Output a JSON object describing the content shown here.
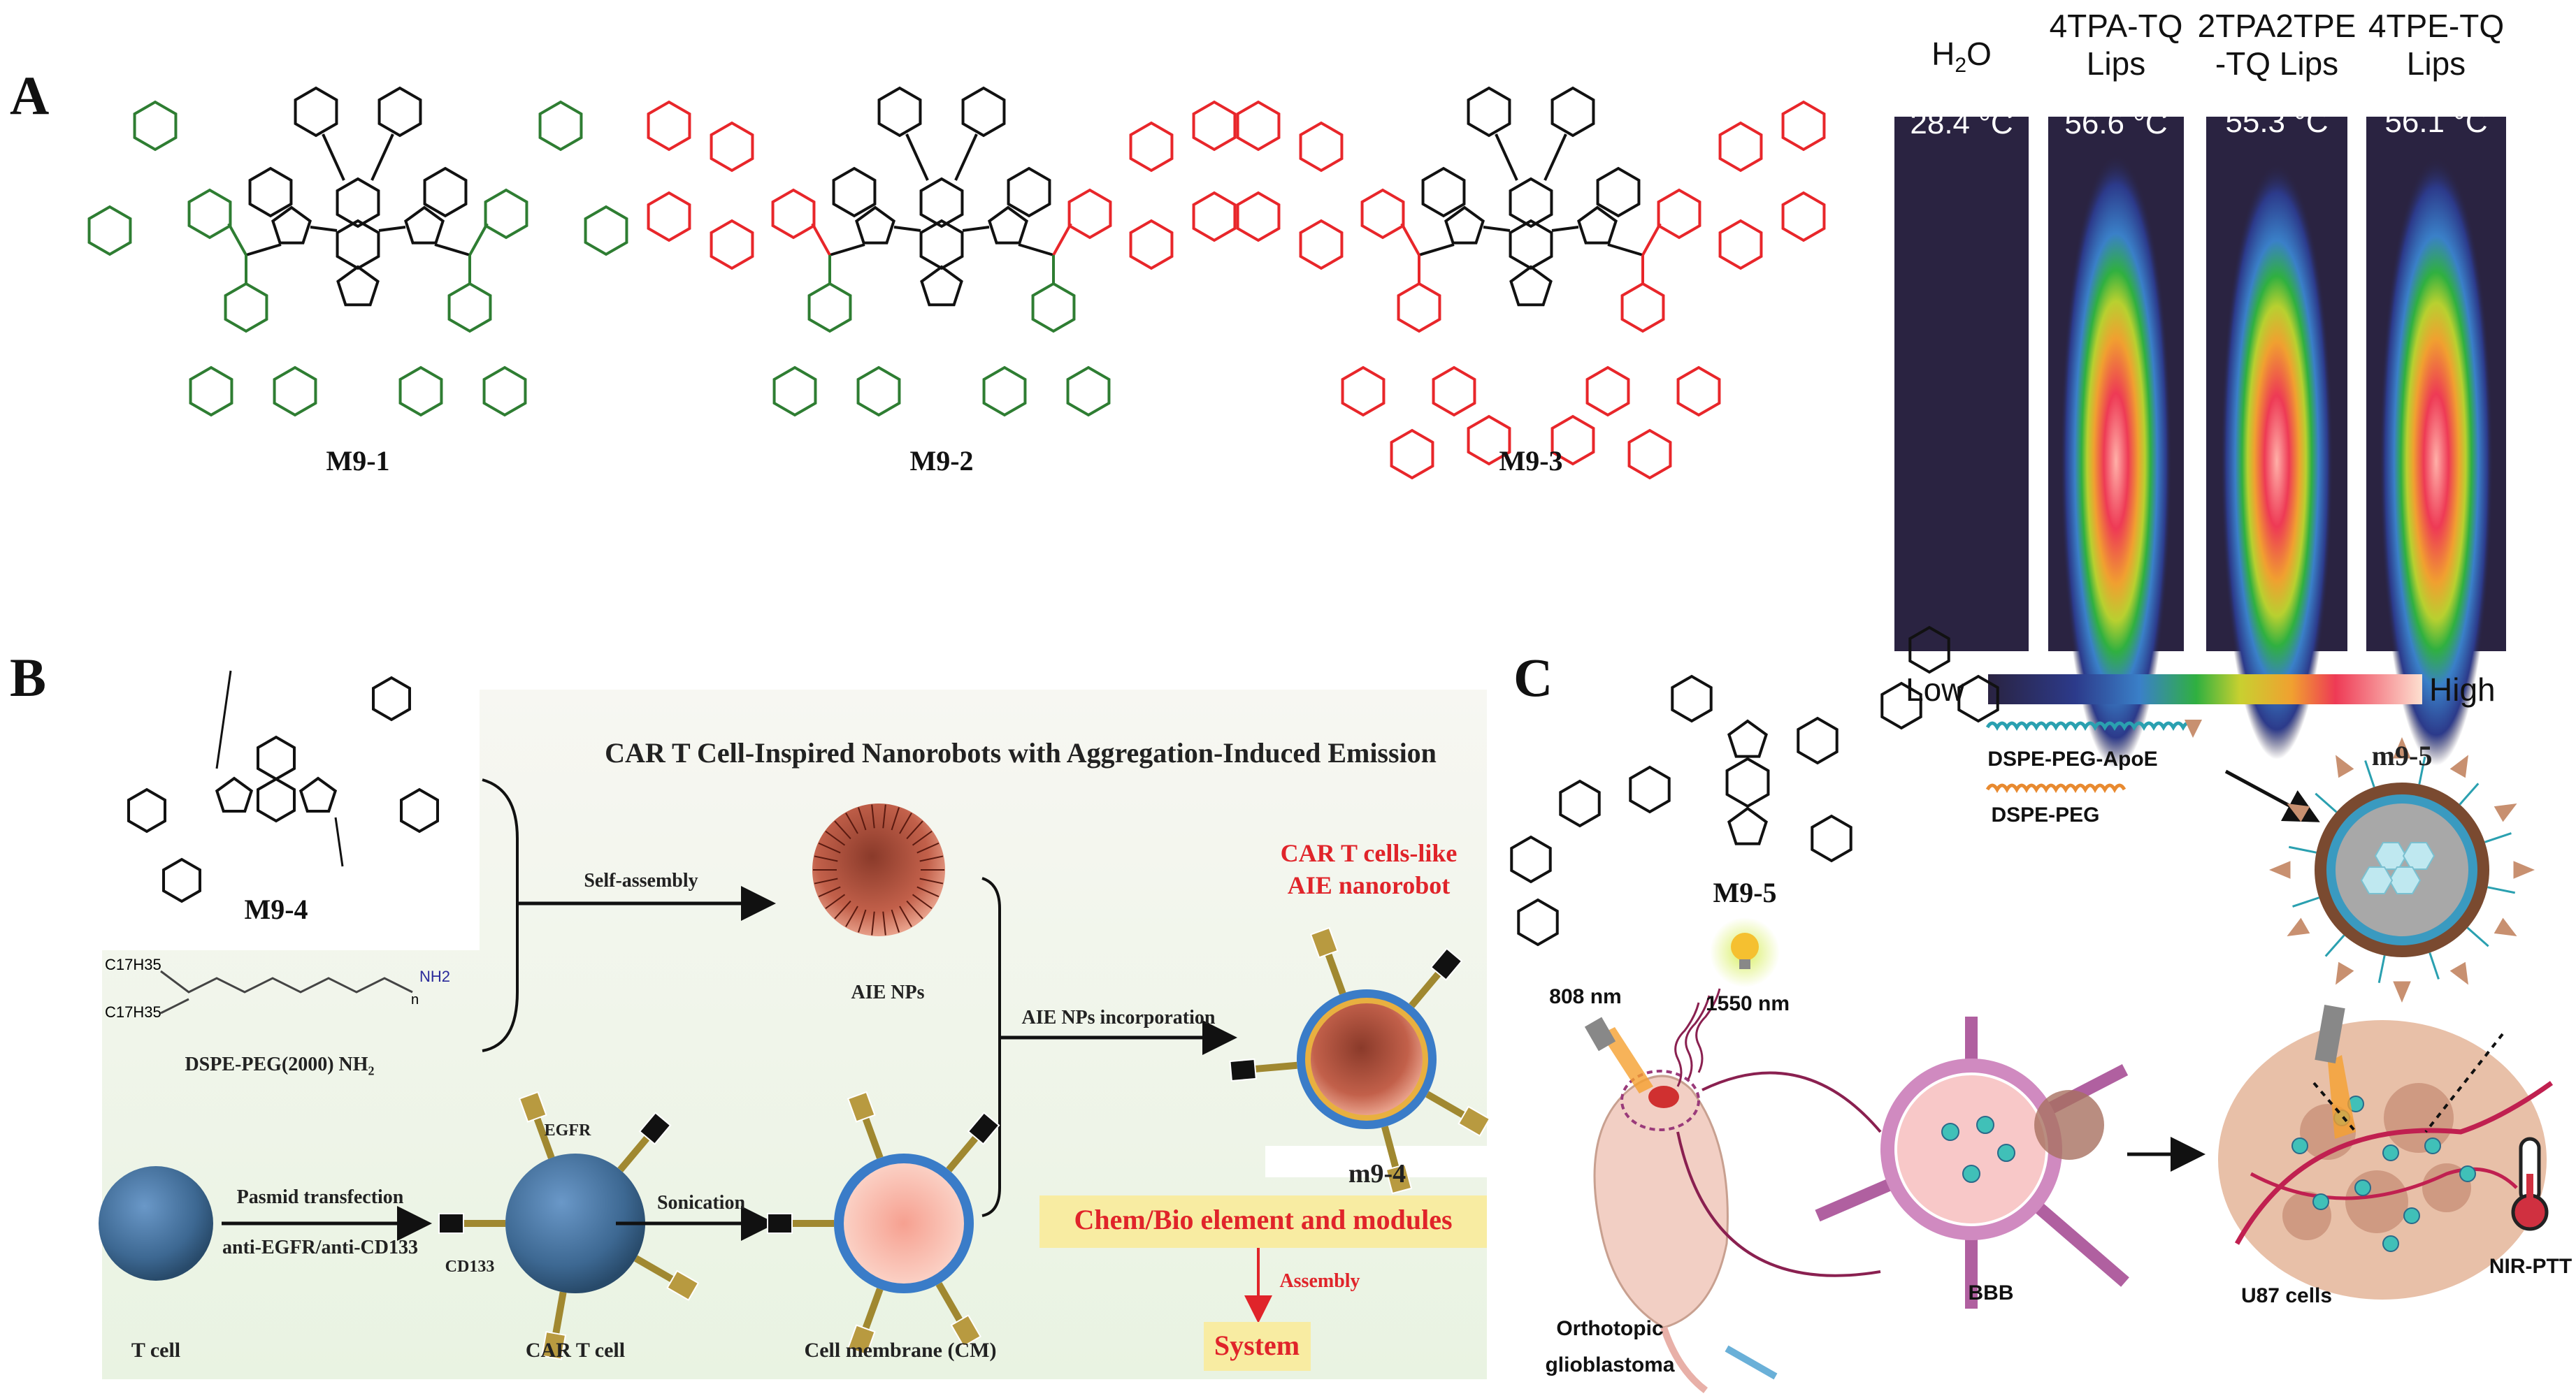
{
  "colors": {
    "tpa_green": "#2e7d32",
    "tpe_red": "#e8262a",
    "core": "#111111",
    "highlight_box": "#f8eca2",
    "red_text": "#e0242a",
    "thermal_bg": "#2a2341"
  },
  "panel_a": {
    "letter": "A",
    "molecules": [
      {
        "label": "M9-1"
      },
      {
        "label": "M9-2"
      },
      {
        "label": "M9-3"
      }
    ],
    "thermal": {
      "columns": [
        {
          "header_main": "H",
          "header_sub": "2",
          "header_tail": "O",
          "temperature": "28.4 °C",
          "heat_level": 0
        },
        {
          "header_line1": "4TPA-TQ",
          "header_line2": "Lips",
          "temperature": "56.6 °C",
          "heat_level": 1
        },
        {
          "header_line1": "2TPA2TPE",
          "header_line2": "-TQ Lips",
          "temperature": "55.3 °C",
          "heat_level": 0.97
        },
        {
          "header_line1": "4TPE-TQ",
          "header_line2": "Lips",
          "temperature": "56.1 °C",
          "heat_level": 0.99
        }
      ],
      "scale_low": "Low",
      "scale_high": "High"
    }
  },
  "panel_b": {
    "letter": "B",
    "title": "CAR T Cell-Inspired Nanorobots with Aggregation-Induced Emission",
    "molecule_label": "M9-4",
    "dspe_label": "DSPE-PEG(2000) NH",
    "dspe_sub": "2",
    "chem": {
      "c17a": "C17H35",
      "c17b": "C17H35",
      "nh2": "NH2",
      "n": "n"
    },
    "self_assembly": "Self-assembly",
    "aie_nps": "AIE NPs",
    "incorporation": "AIE NPs incorporation",
    "nanorobot_line1": "CAR T cells-like",
    "nanorobot_line2": "AIE nanorobot",
    "nanorobot_label": "m9-4",
    "t_cell": "T cell",
    "transfection": "Pasmid transfection",
    "antibodies": "anti-EGFR/anti-CD133",
    "egfr": "EGFR",
    "cd133": "CD133",
    "car_t_cell": "CAR T cell",
    "sonication": "Sonication",
    "cell_membrane": "Cell membrane (CM)",
    "chem_bio": "Chem/Bio element and modules",
    "assembly": "Assembly",
    "system": "System"
  },
  "panel_c": {
    "letter": "C",
    "molecule_label": "M9-5",
    "dspe_peg_apoe": "DSPE-PEG-ApoE",
    "dspe_peg": "DSPE-PEG",
    "particle_label": "m9-5",
    "excitation": "808 nm",
    "emission": "1550 nm",
    "mouse_line1": "Orthotopic",
    "mouse_line2": "glioblastoma",
    "bbb": "BBB",
    "u87": "U87 cells",
    "nir_ptt": "NIR-PTT"
  }
}
